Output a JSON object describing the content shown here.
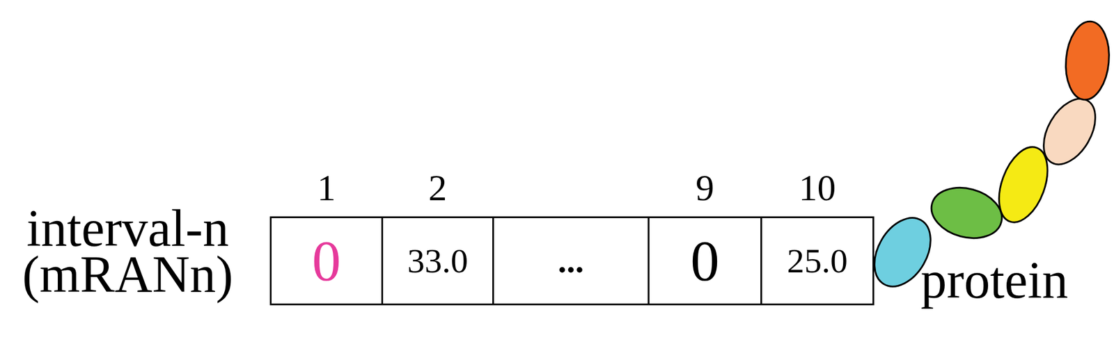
{
  "diagram": {
    "nodes": [
      {
        "text": [
          "1",
          "0"
        ]
      },
      {
        "text": [
          "2",
          "33.0"
        ]
      },
      {
        "text": [
          "..."
        ]
      },
      {
        "text": [
          "9",
          "0"
        ]
      },
      {
        "text": [
          "10",
          "25.0"
        ]
      }
    ],
    "labels": [
      "interval-n",
      "(mRANn)",
      "protein"
    ]
  }
}
